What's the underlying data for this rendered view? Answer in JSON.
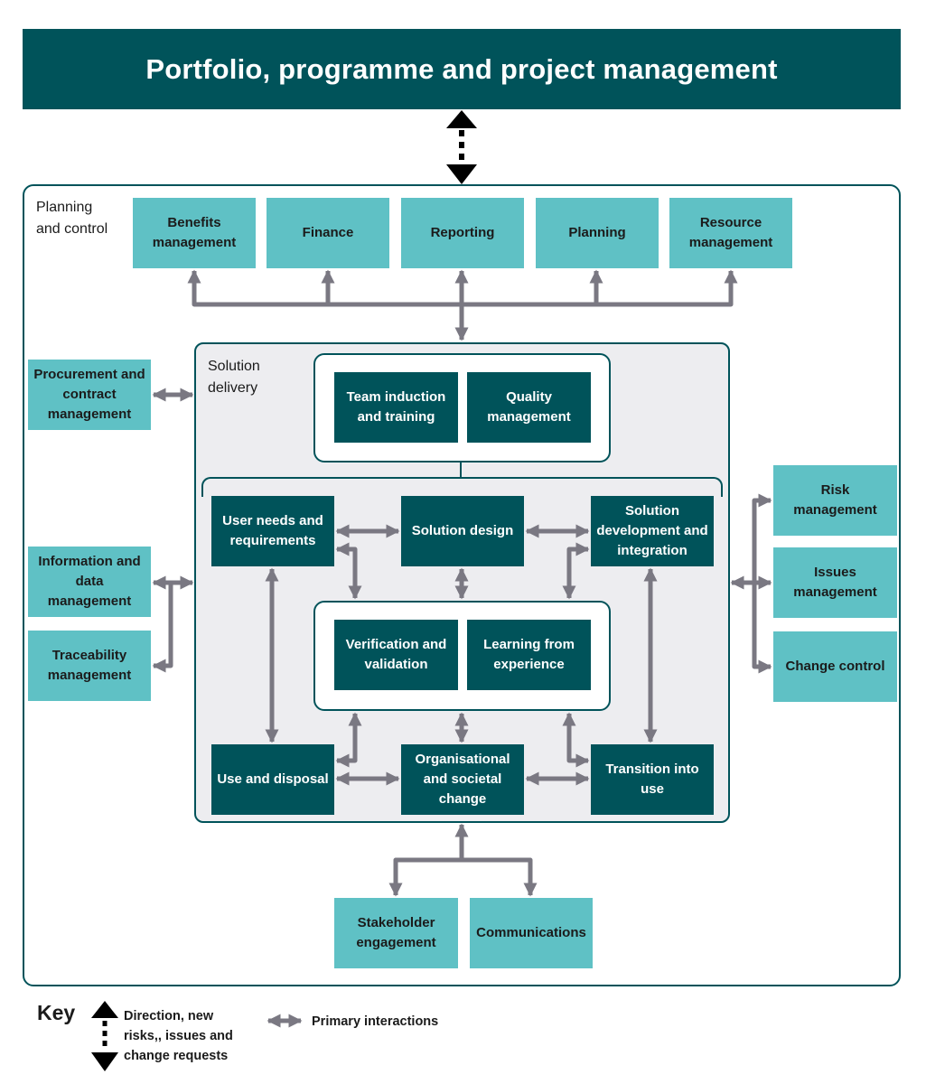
{
  "header": {
    "title": "Portfolio, programme and project management"
  },
  "planning_control": {
    "label": "Planning\nand control",
    "boxes": {
      "benefits": "Benefits management",
      "finance": "Finance",
      "reporting": "Reporting",
      "planning": "Planning",
      "resource": "Resource management"
    }
  },
  "left_boxes": {
    "procurement": "Procurement and contract management",
    "information": "Information and data management",
    "traceability": "Traceability management"
  },
  "right_boxes": {
    "risk": "Risk management",
    "issues": "Issues management",
    "change": "Change control"
  },
  "solution_delivery": {
    "label": "Solution\ndelivery",
    "top_group": {
      "team": "Team induction and training",
      "quality": "Quality management"
    },
    "nodes": {
      "user_needs": "User needs and requirements",
      "solution_design": "Solution design",
      "solution_dev": "Solution development and integration",
      "use_disposal": "Use and disposal",
      "org_change": "Organisational and societal change",
      "transition": "Transition into use"
    },
    "centre_group": {
      "verification": "Verification and validation",
      "learning": "Learning from experience"
    }
  },
  "bottom_boxes": {
    "stakeholder": "Stakeholder engagement",
    "communications": "Communications"
  },
  "key": {
    "title": "Key",
    "direction": "Direction, new risks,, issues and change requests",
    "primary": "Primary interactions"
  },
  "colors": {
    "dark_teal": "#00535a",
    "light_teal": "#5fc1c5",
    "arrow_grey": "#7a7882",
    "panel_grey": "#ededf0"
  }
}
